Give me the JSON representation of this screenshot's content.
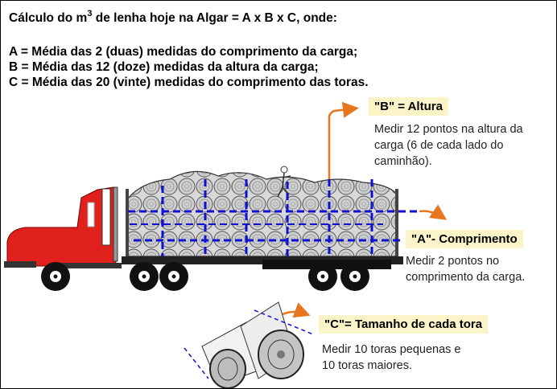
{
  "header": {
    "title_pre": "Cálculo do m",
    "title_sup": "3",
    "title_post": " de lenha hoje na Algar = A x B x C, onde:"
  },
  "definitions": [
    "A = Média das 2 (duas) medidas do comprimento da carga;",
    "B = Média das 12 (doze) medidas da altura da carga;",
    "C = Média das 20 (vinte) medidas do comprimento das toras."
  ],
  "labels": {
    "b": {
      "title": "\"B\" = Altura",
      "lines": [
        "Medir 12 pontos na altura da",
        "carga (6 de cada lado do",
        "caminhão)."
      ]
    },
    "a": {
      "title": "\"A\"- Comprimento",
      "lines": [
        "Medir 2 pontos no",
        "comprimento da carga."
      ]
    },
    "c": {
      "title": "\"C\"= Tamanho de cada tora",
      "lines": [
        "Medir 10 toras pequenas e",
        "10 toras maiores."
      ]
    }
  },
  "colors": {
    "accent_arrow": "#e8761e",
    "measure_line": "#1010d0",
    "truck_red": "#e0201c",
    "label_bg": "#fbf4c8"
  }
}
